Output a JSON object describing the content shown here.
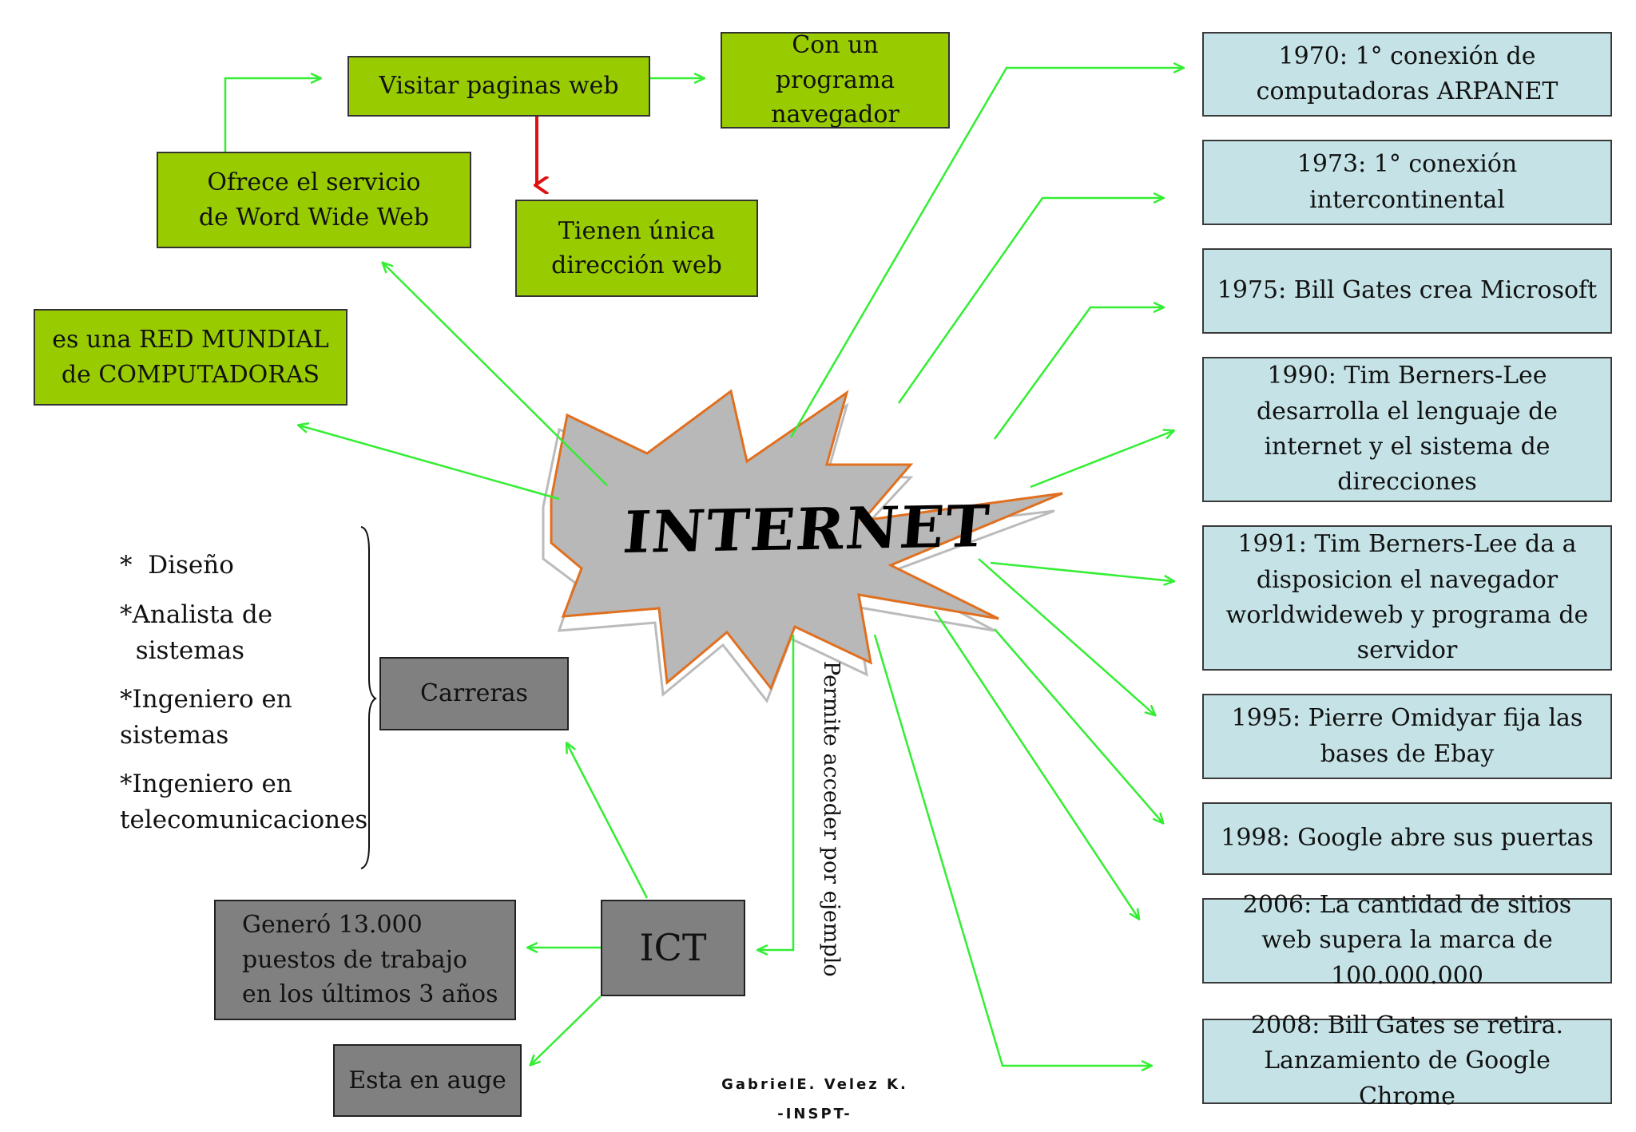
{
  "center": {
    "label": "INTERNET"
  },
  "left_top": {
    "red_mundial": "es una RED MUNDIAL de COMPUTADORAS",
    "servicio": "Ofrece el servicio de Word Wide Web",
    "visitar_prefix": "Visitar ",
    "visitar_underlined": "paginas web",
    "programa": "Con un programa navegador",
    "direccion": "Tienen única dirección web"
  },
  "timeline": [
    "1970: 1° conexión de computadoras ARPANET",
    "1973: 1° conexión intercontinental",
    "1975: Bill Gates crea Microsoft",
    "1990: Tim Berners-Lee desarrolla el lenguaje de internet y el sistema de direcciones",
    "1991: Tim Berners-Lee da a disposicion el navegador worldwideweb y programa de servidor",
    "1995: Pierre Omidyar fija las bases de Ebay",
    "1998: Google abre sus puertas",
    "2006: La cantidad de sitios web supera la marca de 100.000.000",
    "2008: Bill Gates se retira. Lanzamiento de Google Chrome"
  ],
  "careers": {
    "label": "Carreras",
    "items": [
      "*  Diseño",
      "*Analista de\n  sistemas",
      "*Ingeniero en\nsistemas",
      "*Ingeniero en\ntelecomunicaciones"
    ]
  },
  "ict": {
    "label": "ICT",
    "connector": "Permite acceder por ejemplo",
    "jobs": "Generó 13.000 puestos de trabajo en los últimos 3 años",
    "auge": "Esta en auge"
  },
  "credits": {
    "author": "GabrielE. Velez K.",
    "org": "-INSPT-"
  },
  "colors": {
    "green_box": "#99cc00",
    "blue_box": "#c5e3e6",
    "gray_box": "#808080",
    "arrow": "#33ee33",
    "red_arrow": "#e01010",
    "star_fill": "#b8b8b8",
    "star_stroke": "#e07020"
  }
}
